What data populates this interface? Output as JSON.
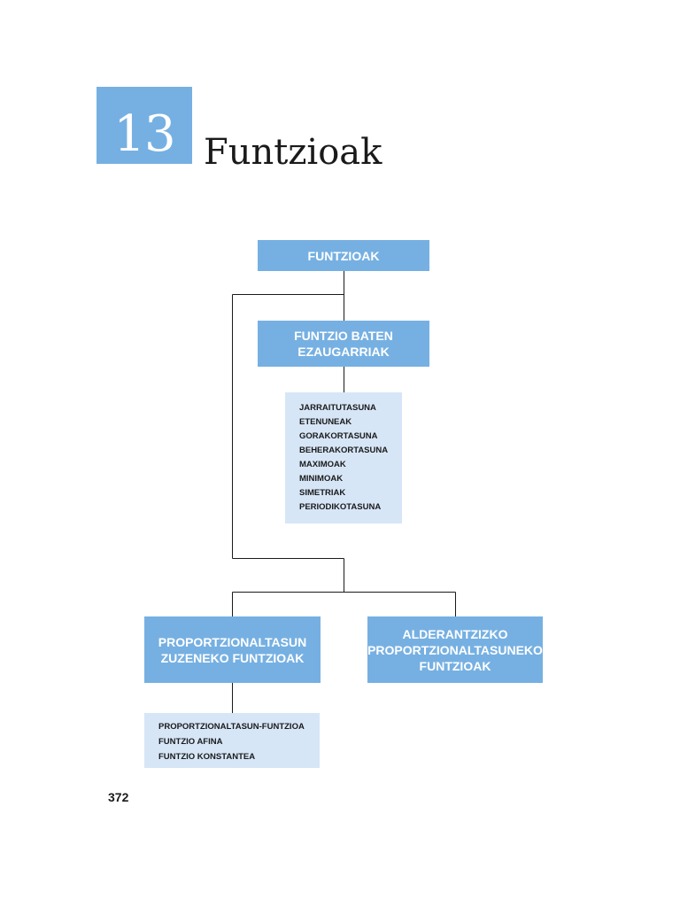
{
  "chapter": {
    "number": "13",
    "title": "Funtzioak"
  },
  "diagram": {
    "root": "FUNTZIOAK",
    "characteristics": "FUNTZIO BATEN\nEZAUGARRIAK",
    "characteristics_items": [
      "JARRAITUTASUNA",
      "ETENUNEAK",
      "GORAKORTASUNA",
      "BEHERAKORTASUNA",
      "MAXIMOAK",
      "MINIMOAK",
      "SIMETRIAK",
      "PERIODIKOTASUNA"
    ],
    "direct": "PROPORTZIONALTASUN\nZUZENEKO FUNTZIOAK",
    "direct_items": [
      "PROPORTZIONALTASUN-FUNTZIOA",
      "FUNTZIO AFINA",
      "FUNTZIO KONSTANTEA"
    ],
    "inverse": "ALDERANTZIZKO\nPROPORTZIONALTASUNEKO\nFUNTZIOAK"
  },
  "page_number": "372",
  "colors": {
    "accent": "#76b0e2",
    "light": "#d6e6f7",
    "line": "#1a1a1a"
  }
}
